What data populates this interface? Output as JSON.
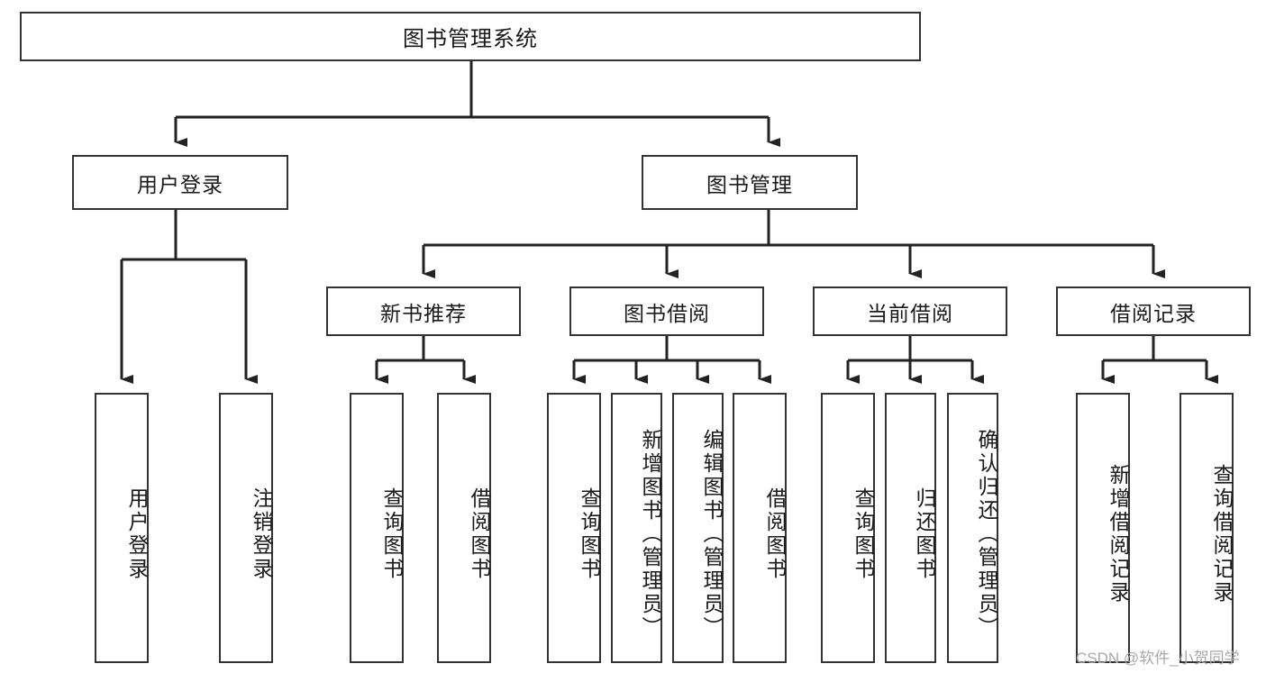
{
  "diagram": {
    "type": "tree-hierarchy-flowchart",
    "title": "图书管理系统",
    "orientation": "top-down",
    "edge_style": "orthogonal-with-arrowheads",
    "colors": {
      "box_border": "#333333",
      "box_fill": "#ffffff",
      "edge": "#222222",
      "text": "#1a1a1a",
      "background": "#ffffff",
      "watermark": "#a8a8a8"
    },
    "levels": [
      {
        "level": 1,
        "nodes": [
          {
            "id": "root",
            "label": "图书管理系统",
            "text_direction": "horizontal"
          }
        ]
      },
      {
        "level": 2,
        "nodes": [
          {
            "id": "user-login",
            "label": "用户登录",
            "text_direction": "horizontal",
            "parent": "root"
          },
          {
            "id": "book-management",
            "label": "图书管理",
            "text_direction": "horizontal",
            "parent": "root"
          }
        ]
      },
      {
        "level": 3,
        "nodes": [
          {
            "id": "new-book-recommend",
            "label": "新书推荐",
            "text_direction": "horizontal",
            "parent": "book-management"
          },
          {
            "id": "book-borrow",
            "label": "图书借阅",
            "text_direction": "horizontal",
            "parent": "book-management"
          },
          {
            "id": "current-borrow",
            "label": "当前借阅",
            "text_direction": "horizontal",
            "parent": "book-management"
          },
          {
            "id": "borrow-record",
            "label": "借阅记录",
            "text_direction": "horizontal",
            "parent": "book-management"
          }
        ]
      },
      {
        "level": 4,
        "nodes": [
          {
            "id": "leaf-user-login",
            "label": "用户登录",
            "text_direction": "vertical",
            "parent": "user-login"
          },
          {
            "id": "leaf-user-logout",
            "label": "注销登录",
            "text_direction": "vertical",
            "parent": "user-login"
          },
          {
            "id": "leaf-query-book-1",
            "label": "查询图书",
            "text_direction": "vertical",
            "parent": "new-book-recommend"
          },
          {
            "id": "leaf-borrow-book-1",
            "label": "借阅图书",
            "text_direction": "vertical",
            "parent": "new-book-recommend"
          },
          {
            "id": "leaf-query-book-2",
            "label": "查询图书",
            "text_direction": "vertical",
            "parent": "book-borrow"
          },
          {
            "id": "leaf-add-book",
            "label": "新增图书（管理员）",
            "text_direction": "vertical",
            "parent": "book-borrow"
          },
          {
            "id": "leaf-edit-book",
            "label": "编辑图书（管理员）",
            "text_direction": "vertical",
            "parent": "book-borrow"
          },
          {
            "id": "leaf-borrow-book-2",
            "label": "借阅图书",
            "text_direction": "vertical",
            "parent": "book-borrow"
          },
          {
            "id": "leaf-query-book-3",
            "label": "查询图书",
            "text_direction": "vertical",
            "parent": "current-borrow"
          },
          {
            "id": "leaf-return-book",
            "label": "归还图书",
            "text_direction": "vertical",
            "parent": "current-borrow"
          },
          {
            "id": "leaf-confirm-return",
            "label": "确认归还（管理员）",
            "text_direction": "vertical",
            "parent": "current-borrow"
          },
          {
            "id": "leaf-add-record",
            "label": "新增借阅记录",
            "text_direction": "vertical",
            "parent": "borrow-record"
          },
          {
            "id": "leaf-query-record",
            "label": "查询借阅记录",
            "text_direction": "vertical",
            "parent": "borrow-record"
          }
        ]
      }
    ]
  },
  "watermark": {
    "text": "CSDN @软件_小贺同学"
  }
}
